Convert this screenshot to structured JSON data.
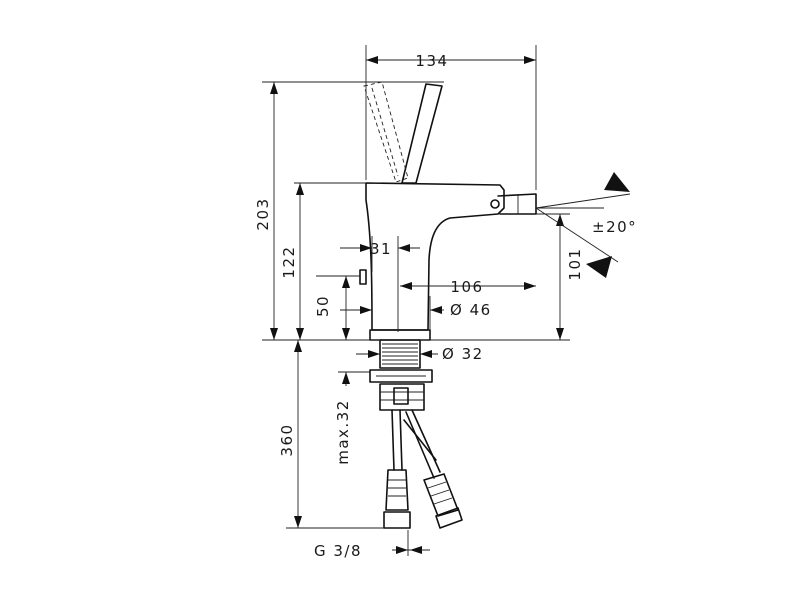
{
  "dimensions": {
    "width_top": "134",
    "height_total": "203",
    "height_spout": "122",
    "offset_31": "31",
    "height_50": "50",
    "reach_106": "106",
    "diameter_46": "Ø 46",
    "diameter_32": "Ø 32",
    "height_101": "101",
    "angle": "±20°",
    "length_360": "360",
    "max_32": "max.32",
    "thread": "G 3/8"
  }
}
